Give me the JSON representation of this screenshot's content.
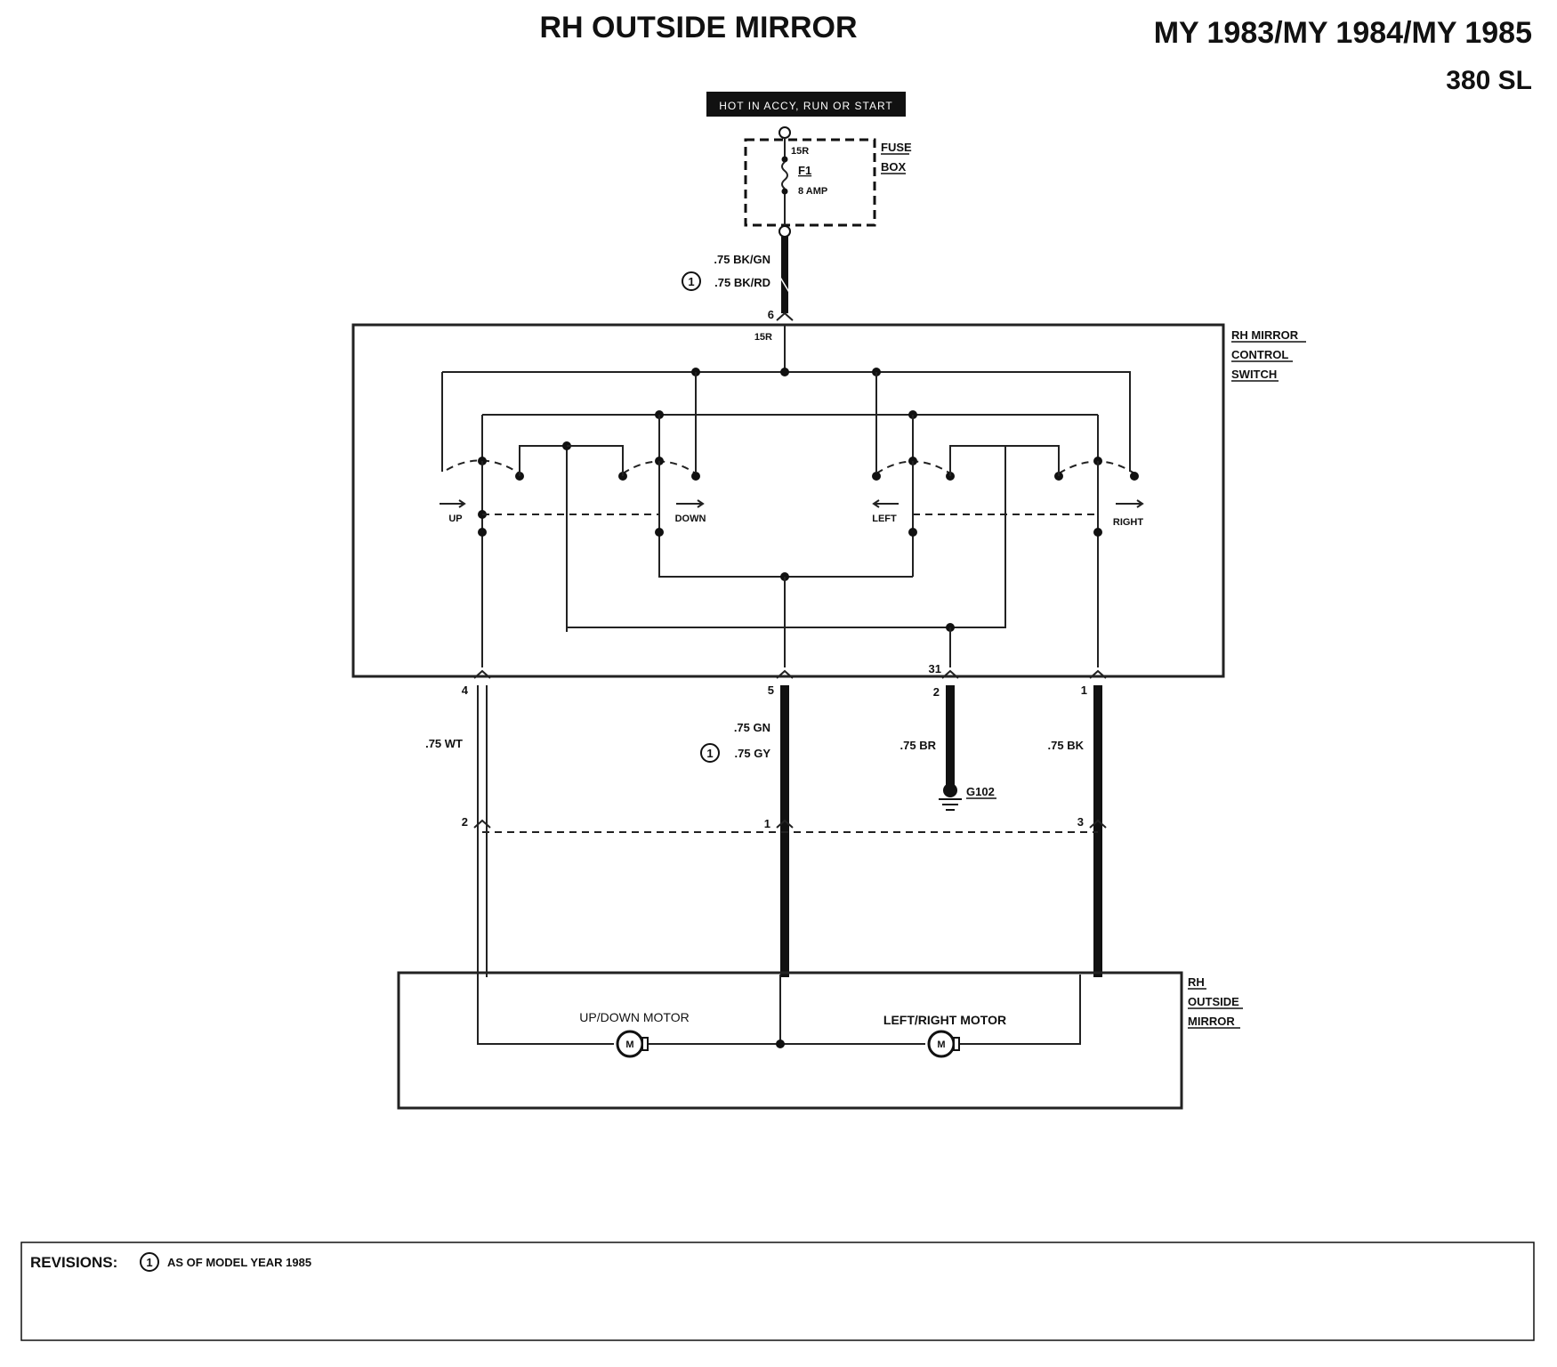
{
  "header": {
    "title": "RH OUTSIDE MIRROR",
    "model_years": "MY 1983/MY 1984/MY 1985",
    "model": "380 SL"
  },
  "power": {
    "hot_label": "HOT IN ACCY, RUN OR START"
  },
  "fuse_box": {
    "label_line1": "FUSE",
    "label_line2": "BOX",
    "terminal": "15R",
    "fuse_name": "F1",
    "fuse_rating": "8 AMP"
  },
  "feed_wire": {
    "color": ".75 BK/GN",
    "revision_marker": "1",
    "revision_color": ".75 BK/RD"
  },
  "switch": {
    "label_line1": "RH MIRROR",
    "label_line2": "CONTROL",
    "label_line3": "SWITCH",
    "input_pin": "6",
    "input_terminal": "15R",
    "positions": [
      "UP",
      "DOWN",
      "LEFT",
      "RIGHT"
    ],
    "ground_terminal": "31"
  },
  "switch_pins": {
    "pin_wt": "4",
    "pin_gn": "5",
    "pin_br": "2",
    "pin_bk": "1"
  },
  "wires": {
    "wt": ".75 WT",
    "gn": ".75 GN",
    "gn_revision_marker": "1",
    "gy": ".75 GY",
    "br": ".75 BR",
    "bk": ".75 BK",
    "ground": "G102"
  },
  "mirror_pins": {
    "pin_wt": "2",
    "pin_gn": "1",
    "pin_bk": "3"
  },
  "mirror": {
    "label_line1": "RH",
    "label_line2": "OUTSIDE",
    "label_line3": "MIRROR",
    "updown_motor": "UP/DOWN MOTOR",
    "leftright_motor": "LEFT/RIGHT MOTOR",
    "motor_symbol": "M"
  },
  "revisions": {
    "label": "REVISIONS:",
    "marker": "1",
    "text": "AS OF MODEL YEAR 1985"
  }
}
